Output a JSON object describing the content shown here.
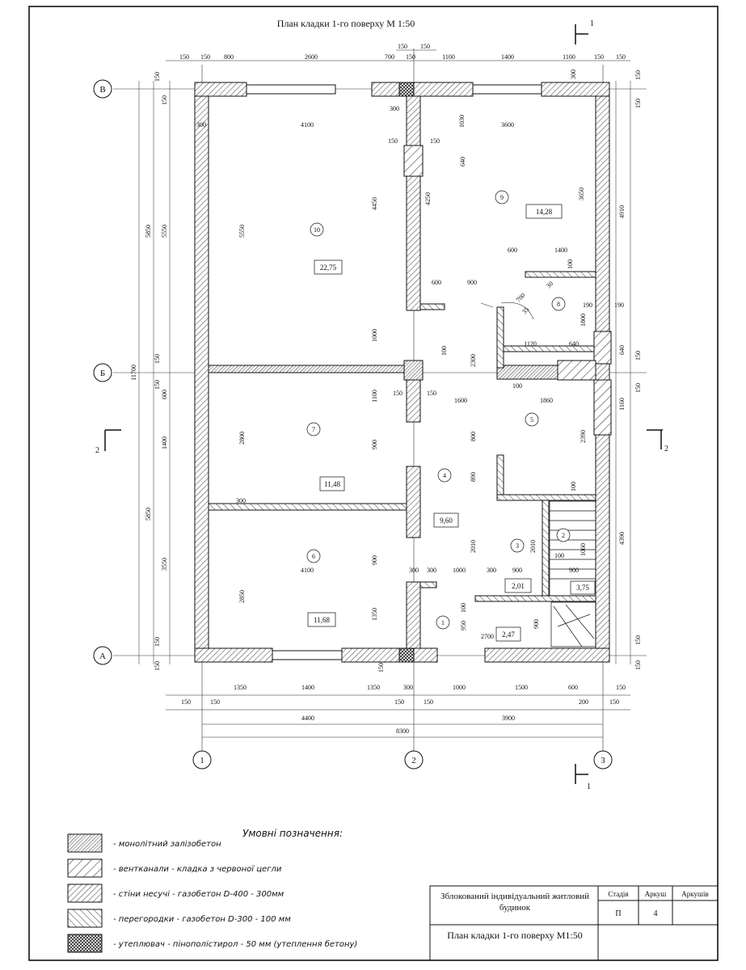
{
  "title": "План кладки 1-го поверху М 1:50",
  "section_mark": "1",
  "section_mark_side": "2",
  "axes": {
    "rows": [
      "В",
      "Б",
      "А"
    ],
    "cols": [
      "1",
      "2",
      "3"
    ]
  },
  "top_dims": {
    "row1": [
      "150",
      "150"
    ],
    "row2": [
      "150",
      "150",
      "800",
      "2600",
      "700",
      "150",
      "1100",
      "1400",
      "1100",
      "150",
      "150"
    ]
  },
  "bottom_dims": {
    "row1": [
      "1350",
      "1400",
      "1350",
      "300",
      "1000",
      "1500",
      "600",
      "150"
    ],
    "row2": [
      "150",
      "150",
      "150",
      "150",
      "200",
      "150"
    ],
    "row3": [
      "4400",
      "3900"
    ],
    "total": "8300"
  },
  "left_dims": {
    "total": "11700",
    "outer": [
      "5850",
      "5850"
    ],
    "mid": [
      "5550",
      "1400",
      "3550"
    ],
    "small": [
      "150",
      "150",
      "150",
      "150",
      "600",
      "150",
      "150"
    ]
  },
  "right_dims": [
    "150",
    "150",
    "300",
    "4910",
    "190",
    "640",
    "150",
    "150",
    "1160",
    "4390",
    "150",
    "150"
  ],
  "inner_dims": [
    "4100",
    "3600",
    "300",
    "300",
    "150",
    "150",
    "1030",
    "640",
    "5550",
    "4450",
    "4250",
    "3650",
    "600",
    "1400",
    "100",
    "600",
    "900",
    "700",
    "30",
    "35",
    "1800",
    "190",
    "1000",
    "100",
    "2300",
    "1120",
    "640",
    "100",
    "150",
    "150",
    "1600",
    "1860",
    "1100",
    "2800",
    "900",
    "800",
    "2390",
    "890",
    "100",
    "2010",
    "2010",
    "100",
    "900",
    "1060",
    "300",
    "4100",
    "2850",
    "300",
    "300",
    "1000",
    "300",
    "900",
    "100",
    "950",
    "2700",
    "900",
    "1350",
    "900",
    "150"
  ],
  "rooms": [
    {
      "num": "10",
      "area": "22,75"
    },
    {
      "num": "9",
      "area": "14,28"
    },
    {
      "num": "8",
      "area": ""
    },
    {
      "num": "7",
      "area": "11,48"
    },
    {
      "num": "5",
      "area": ""
    },
    {
      "num": "4",
      "area": "9,60"
    },
    {
      "num": "6",
      "area": "11,68"
    },
    {
      "num": "3",
      "area": "2,01"
    },
    {
      "num": "2",
      "area": "3,75"
    },
    {
      "num": "1",
      "area": "2,47"
    }
  ],
  "legend": {
    "title": "Умовні позначення:",
    "items": [
      "- монолітний залізобетон",
      "- вентканали  - кладка з червоної цегли",
      "- стіни несучі - газобетон D-400 - 300мм",
      "- перегородки - газобетон D-300 - 100 мм",
      "- утеплювач - пінополістирол - 50 мм (утеплення бетону)"
    ]
  },
  "stamp": {
    "project": "Зблокований індивідуальний житловий будинок",
    "sheet_name": "План кладки 1-го поверху М1:50",
    "h_stage": "Стадія",
    "h_sheet": "Аркуш",
    "h_sheets": "Аркушів",
    "stage": "П",
    "sheet": "4",
    "sheets": ""
  }
}
